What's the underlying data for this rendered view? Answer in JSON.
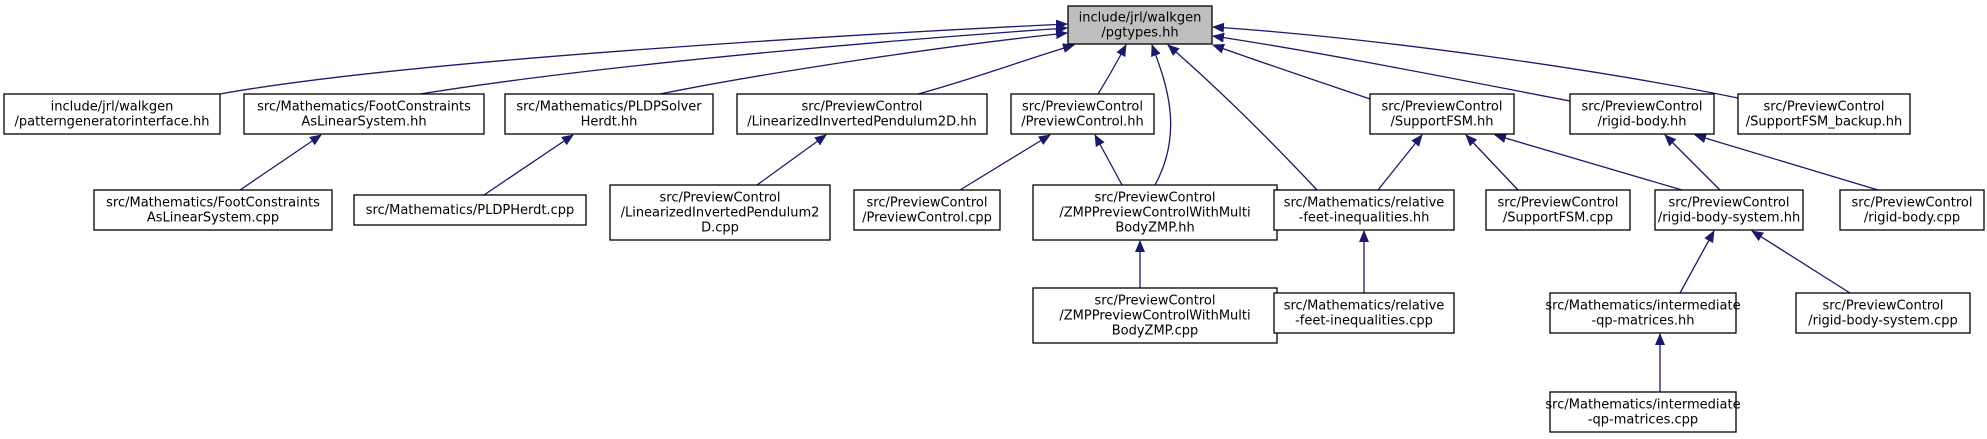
{
  "graph": {
    "root": "root",
    "colors": {
      "edge": "#191970",
      "root_fill": "#bfbfbf",
      "node_fill": "#ffffff",
      "border": "#000000"
    },
    "nodes": [
      {
        "id": "root",
        "lines": [
          "include/jrl/walkgen",
          "/pgtypes.hh"
        ]
      },
      {
        "id": "pgi",
        "lines": [
          "include/jrl/walkgen",
          "/patterngeneratorinterface.hh"
        ]
      },
      {
        "id": "fcls_hh",
        "lines": [
          "src/Mathematics/FootConstraints",
          "AsLinearSystem.hh"
        ]
      },
      {
        "id": "pldp_hh",
        "lines": [
          "src/Mathematics/PLDPSolver",
          "Herdt.hh"
        ]
      },
      {
        "id": "lip_hh",
        "lines": [
          "src/PreviewControl",
          "/LinearizedInvertedPendulum2D.hh"
        ]
      },
      {
        "id": "pc_hh",
        "lines": [
          "src/PreviewControl",
          "/PreviewControl.hh"
        ]
      },
      {
        "id": "sfsm_hh",
        "lines": [
          "src/PreviewControl",
          "/SupportFSM.hh"
        ]
      },
      {
        "id": "rb_hh",
        "lines": [
          "src/PreviewControl",
          "/rigid-body.hh"
        ]
      },
      {
        "id": "sfsmb_hh",
        "lines": [
          "src/PreviewControl",
          "/SupportFSM_backup.hh"
        ]
      },
      {
        "id": "fcls_cpp",
        "lines": [
          "src/Mathematics/FootConstraints",
          "AsLinearSystem.cpp"
        ]
      },
      {
        "id": "pldp_cpp",
        "lines": [
          "src/Mathematics/PLDPHerdt.cpp"
        ]
      },
      {
        "id": "lip_cpp",
        "lines": [
          "src/PreviewControl",
          "/LinearizedInvertedPendulum2",
          "D.cpp"
        ]
      },
      {
        "id": "pc_cpp",
        "lines": [
          "src/PreviewControl",
          "/PreviewControl.cpp"
        ]
      },
      {
        "id": "zmp_hh",
        "lines": [
          "src/PreviewControl",
          "/ZMPPreviewControlWithMulti",
          "BodyZMP.hh"
        ]
      },
      {
        "id": "rfi_hh",
        "lines": [
          "src/Mathematics/relative",
          "-feet-inequalities.hh"
        ]
      },
      {
        "id": "sfsm_cpp",
        "lines": [
          "src/PreviewControl",
          "/SupportFSM.cpp"
        ]
      },
      {
        "id": "rbs_hh",
        "lines": [
          "src/PreviewControl",
          "/rigid-body-system.hh"
        ]
      },
      {
        "id": "rb_cpp",
        "lines": [
          "src/PreviewControl",
          "/rigid-body.cpp"
        ]
      },
      {
        "id": "zmp_cpp",
        "lines": [
          "src/PreviewControl",
          "/ZMPPreviewControlWithMulti",
          "BodyZMP.cpp"
        ]
      },
      {
        "id": "rfi_cpp",
        "lines": [
          "src/Mathematics/relative",
          "-feet-inequalities.cpp"
        ]
      },
      {
        "id": "iqp_hh",
        "lines": [
          "src/Mathematics/intermediate",
          "-qp-matrices.hh"
        ]
      },
      {
        "id": "rbs_cpp",
        "lines": [
          "src/PreviewControl",
          "/rigid-body-system.cpp"
        ]
      },
      {
        "id": "iqp_cpp",
        "lines": [
          "src/Mathematics/intermediate",
          "-qp-matrices.cpp"
        ]
      }
    ],
    "edges": [
      {
        "from": "pgi",
        "to": "root"
      },
      {
        "from": "fcls_hh",
        "to": "root"
      },
      {
        "from": "pldp_hh",
        "to": "root"
      },
      {
        "from": "lip_hh",
        "to": "root"
      },
      {
        "from": "pc_hh",
        "to": "root"
      },
      {
        "from": "zmp_hh",
        "to": "root"
      },
      {
        "from": "rfi_hh",
        "to": "root"
      },
      {
        "from": "sfsm_hh",
        "to": "root"
      },
      {
        "from": "rb_hh",
        "to": "root"
      },
      {
        "from": "sfsmb_hh",
        "to": "root"
      },
      {
        "from": "fcls_cpp",
        "to": "fcls_hh"
      },
      {
        "from": "pldp_cpp",
        "to": "pldp_hh"
      },
      {
        "from": "lip_cpp",
        "to": "lip_hh"
      },
      {
        "from": "pc_cpp",
        "to": "pc_hh"
      },
      {
        "from": "zmp_hh",
        "to": "pc_hh"
      },
      {
        "from": "zmp_cpp",
        "to": "zmp_hh"
      },
      {
        "from": "rfi_hh",
        "to": "sfsm_hh"
      },
      {
        "from": "sfsm_cpp",
        "to": "sfsm_hh"
      },
      {
        "from": "rbs_hh",
        "to": "sfsm_hh"
      },
      {
        "from": "rbs_hh",
        "to": "rb_hh"
      },
      {
        "from": "rb_cpp",
        "to": "rb_hh"
      },
      {
        "from": "rfi_cpp",
        "to": "rfi_hh"
      },
      {
        "from": "iqp_hh",
        "to": "rbs_hh"
      },
      {
        "from": "rbs_cpp",
        "to": "rbs_hh"
      },
      {
        "from": "iqp_cpp",
        "to": "iqp_hh"
      }
    ]
  }
}
